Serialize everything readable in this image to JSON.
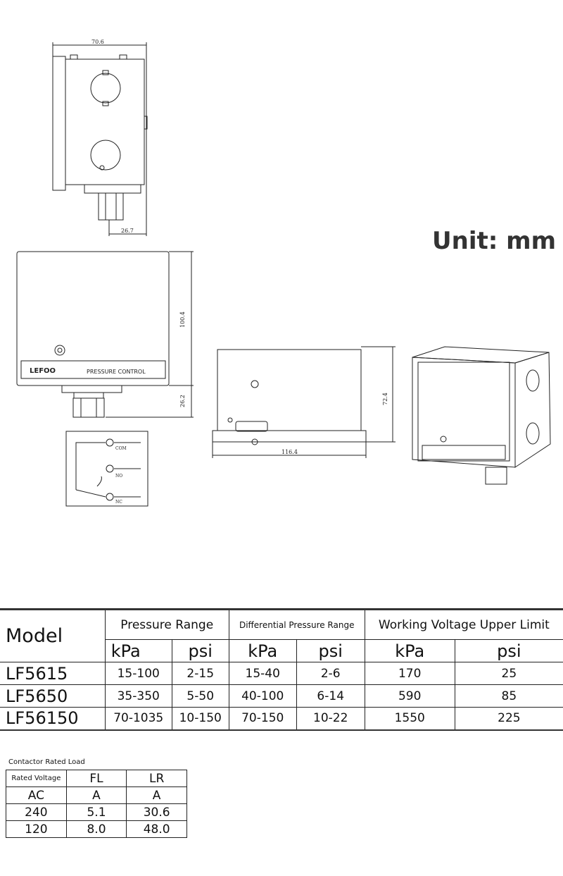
{
  "unit_label": "Unit: mm",
  "drawing": {
    "dims": {
      "top_width": "70.6",
      "fitting_offset": "26.7",
      "front_height": "100.4",
      "fitting_height": "26.2",
      "side_height": "72.4",
      "side_width": "116.4"
    },
    "front_brand": "LEFOO",
    "front_label": "PRESSURE CONTROL",
    "wiring": {
      "com": "COM",
      "no": "NO",
      "nc": "NC"
    }
  },
  "spec_table": {
    "model_header": "Model",
    "groups": [
      "Pressure Range",
      "Differential Pressure Range",
      "Working Voltage Upper Limit"
    ],
    "units": [
      "kPa",
      "psi",
      "kPa",
      "psi",
      "kPa",
      "psi"
    ],
    "rows": [
      {
        "model": "LF5615",
        "values": [
          "15-100",
          "2-15",
          "15-40",
          "2-6",
          "170",
          "25"
        ]
      },
      {
        "model": "LF5650",
        "values": [
          "35-350",
          "5-50",
          "40-100",
          "6-14",
          "590",
          "85"
        ]
      },
      {
        "model": "LF56150",
        "values": [
          "70-1035",
          "10-150",
          "70-150",
          "10-22",
          "1550",
          "225"
        ]
      }
    ]
  },
  "load_table": {
    "title": "Contactor Rated Load",
    "headers": [
      "Rated Voltage",
      "FL",
      "LR"
    ],
    "units": [
      "AC",
      "A",
      "A"
    ],
    "rows": [
      [
        "240",
        "5.1",
        "30.6"
      ],
      [
        "120",
        "8.0",
        "48.0"
      ]
    ]
  }
}
